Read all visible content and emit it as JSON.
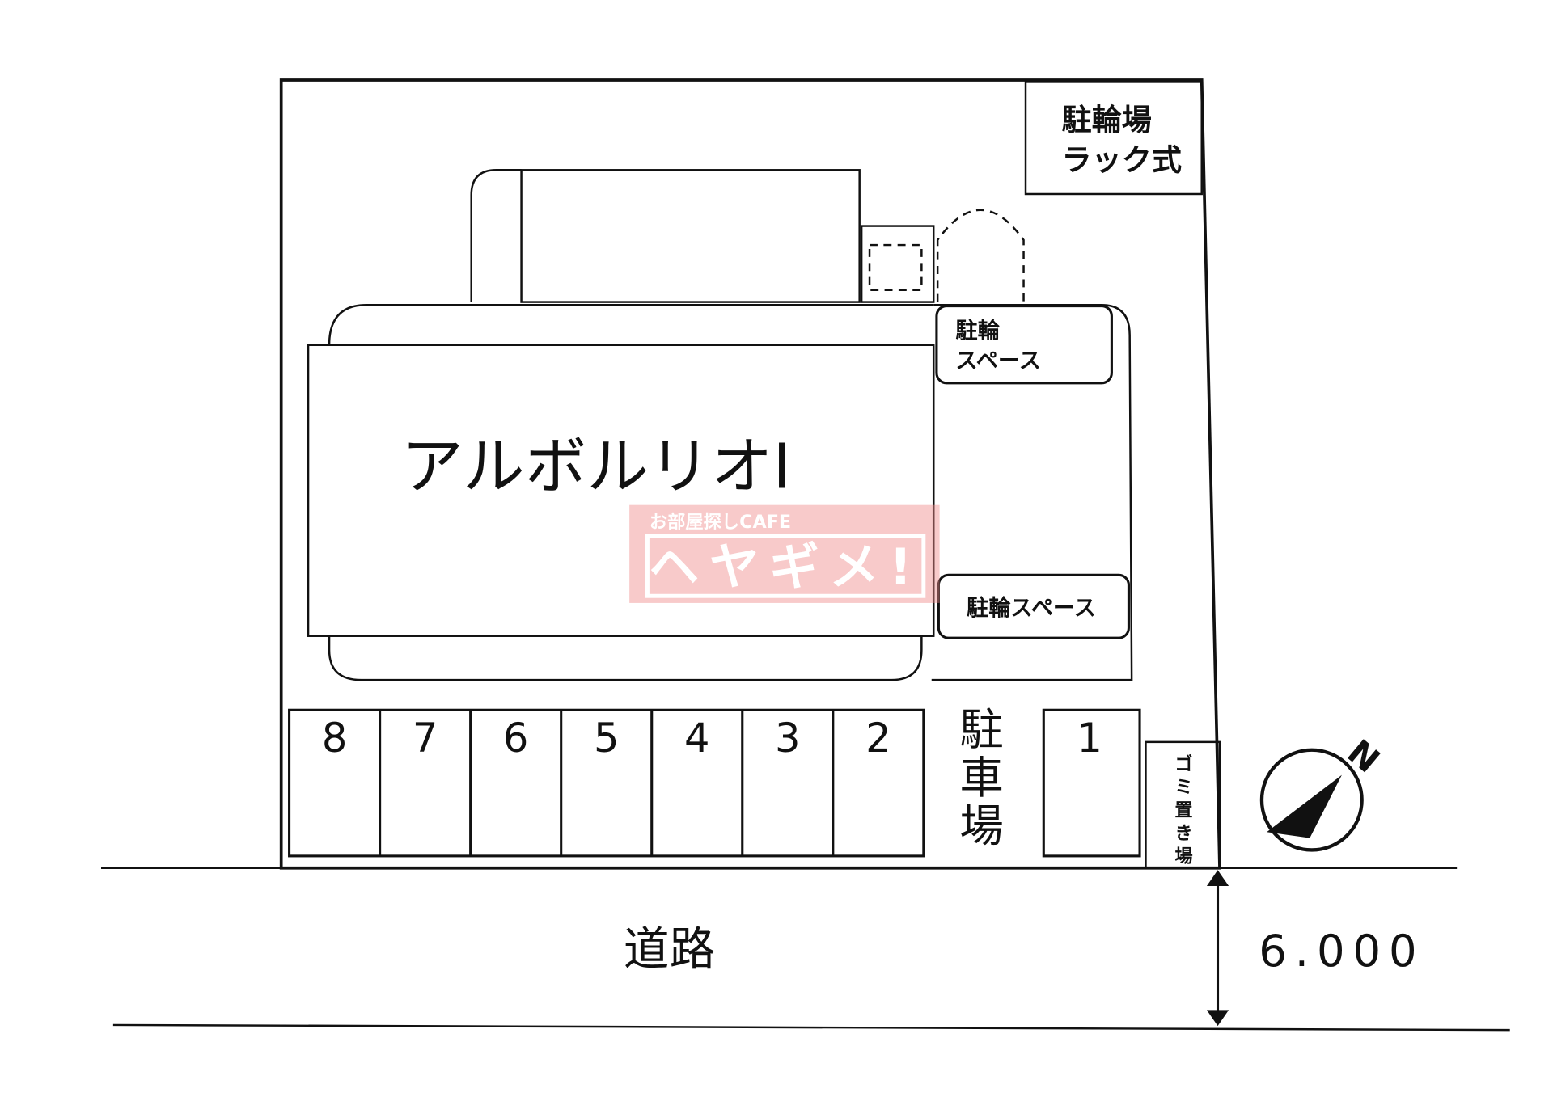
{
  "building_name": "アルボルリオⅠ",
  "bike_rack": {
    "line1": "駐輪場",
    "line2": "ラック式"
  },
  "bike_space_upper": {
    "line1": "駐輪",
    "line2": "スペース"
  },
  "bike_space_lower": "駐輪スペース",
  "parking_label": [
    "駐",
    "車",
    "場"
  ],
  "parking_spaces_left": [
    "8",
    "7",
    "6",
    "5",
    "4",
    "3",
    "2"
  ],
  "parking_space_right": "1",
  "garbage_area": [
    "ゴ",
    "ミ",
    "置",
    "き",
    "場"
  ],
  "road_label": "道路",
  "road_width": "6.000",
  "compass": {
    "label": "N",
    "icon": "north-arrow-icon"
  },
  "watermark": {
    "tagline": "お部屋探しCAFE",
    "brand": "ヘヤギメ!",
    "color": "#f08a8a"
  }
}
